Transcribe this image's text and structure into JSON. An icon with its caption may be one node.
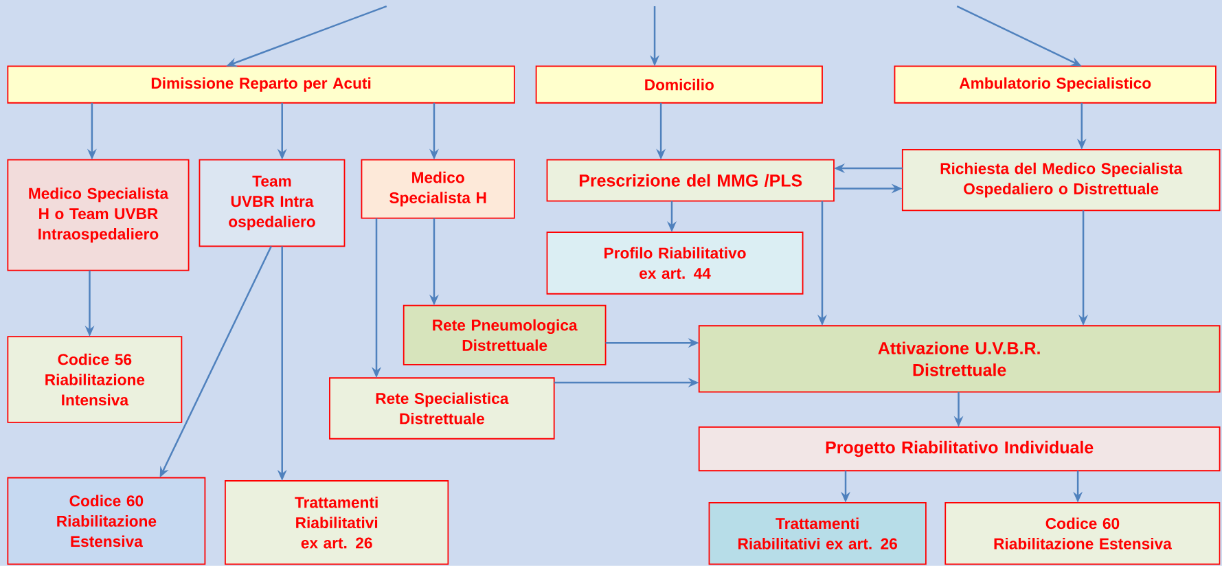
{
  "diagram": {
    "nodes": [
      {
        "text": [
          "Dimissione Reparto per Acuti"
        ]
      },
      {
        "text": [
          "Domicilio"
        ]
      },
      {
        "text": [
          "Ambulatorio Specialistico"
        ]
      },
      {
        "text": [
          "Medico Specialista H o Team UVBR Intraospedaliero"
        ]
      },
      {
        "text": [
          "Team UVBR Intra ospedaliero"
        ]
      },
      {
        "text": [
          "Medico Specialista H"
        ]
      },
      {
        "text": [
          "Prescrizione del MMG /PLS"
        ]
      },
      {
        "text": [
          "Richiesta del Medico Specialista Ospedaliero o Distrettuale"
        ]
      },
      {
        "text": [
          "Profilo Riabilitativo ex art. 44"
        ]
      },
      {
        "text": [
          "Codice 56 Riabilitazione Intensiva"
        ]
      },
      {
        "text": [
          "Rete Pneumologica Distrettuale"
        ]
      },
      {
        "text": [
          "Attivazione U.V.B.R. Distrettuale"
        ]
      },
      {
        "text": [
          "Rete Specialistica Distrettuale"
        ]
      },
      {
        "text": [
          "Progetto Riabilitativo Individuale"
        ]
      },
      {
        "text": [
          "Codice 60 Riabilitazione Estensiva"
        ]
      },
      {
        "text": [
          "Trattamenti Riabilitativi ex art. 26"
        ]
      },
      {
        "text": [
          "Trattamenti Riabilitativi ex art. 26"
        ]
      },
      {
        "text": [
          "Codice 60 Riabilitazione Estensiva"
        ]
      }
    ],
    "edges": [
      {
        "from": null,
        "to": 0,
        "arrow": "to"
      },
      {
        "from": null,
        "to": 1,
        "arrow": "to"
      },
      {
        "from": null,
        "to": 2,
        "arrow": "to"
      },
      {
        "from": 0,
        "to": 3,
        "arrow": "to"
      },
      {
        "from": 0,
        "to": 4,
        "arrow": "to"
      },
      {
        "from": 0,
        "to": 5,
        "arrow": "to"
      },
      {
        "from": 1,
        "to": 6,
        "arrow": "to"
      },
      {
        "from": 2,
        "to": 7,
        "arrow": "to"
      },
      {
        "from": 7,
        "to": 6,
        "arrow": "to"
      },
      {
        "from": 6,
        "to": 7,
        "arrow": "to"
      },
      {
        "from": 6,
        "to": 8,
        "arrow": "to"
      },
      {
        "from": 6,
        "to": 11,
        "arrow": "to"
      },
      {
        "from": 7,
        "to": 11,
        "arrow": "to"
      },
      {
        "from": 5,
        "to": 10,
        "arrow": "to"
      },
      {
        "from": 5,
        "to": 12,
        "arrow": "to"
      },
      {
        "from": 10,
        "to": 11,
        "arrow": "to"
      },
      {
        "from": 12,
        "to": 11,
        "arrow": "to"
      },
      {
        "from": 4,
        "to": 14,
        "arrow": "to"
      },
      {
        "from": 4,
        "to": 15,
        "arrow": "to"
      },
      {
        "from": 3,
        "to": 9,
        "arrow": "to"
      },
      {
        "from": 11,
        "to": 13,
        "arrow": "to"
      },
      {
        "from": 13,
        "to": 16,
        "arrow": "to"
      },
      {
        "from": 13,
        "to": 17,
        "arrow": "to"
      }
    ]
  }
}
